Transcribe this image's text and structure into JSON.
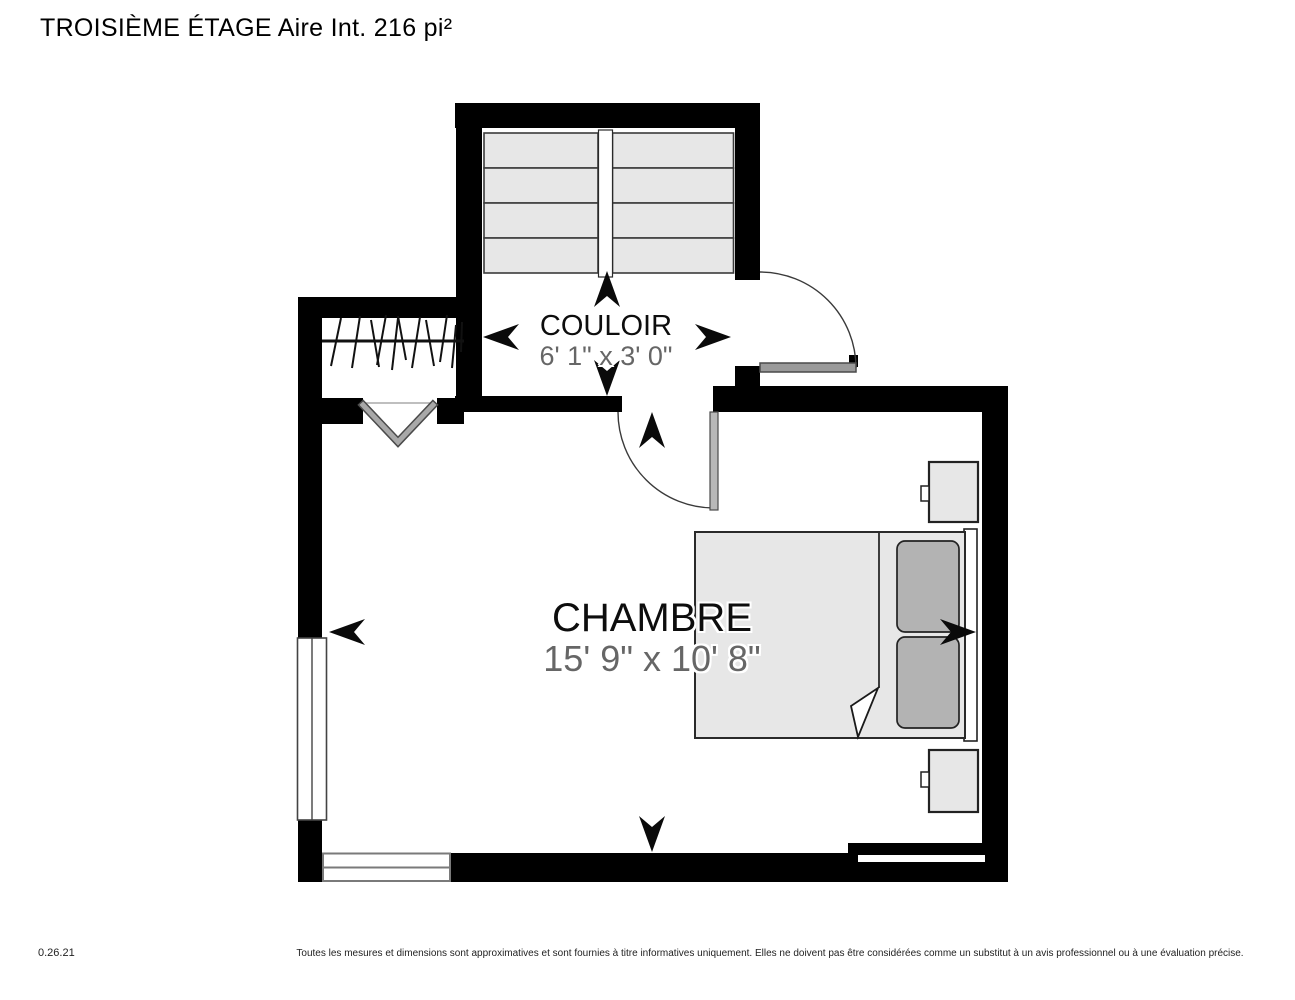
{
  "title": "TROISIÈME ÉTAGE Aire Int. 216 pi²",
  "rooms": {
    "couloir": {
      "name": "COULOIR",
      "dimensions": "6' 1\" x 3' 0\""
    },
    "chambre": {
      "name": "CHAMBRE",
      "dimensions": "15' 9\" x 10' 8\""
    }
  },
  "footer": {
    "version": "0.26.21",
    "disclaimer": "Toutes les mesures et dimensions sont approximatives et sont fournies à titre informatives uniquement. Elles ne doivent pas être considérées comme un substitut à un avis professionnel ou à une évaluation précise."
  },
  "plan_features": [
    "stairs",
    "closet-with-hangers",
    "hinged-door",
    "double-closet-door",
    "double-bed",
    "pillows",
    "nightstand",
    "window",
    "extent-arrows"
  ],
  "colors": {
    "wall": "#000000",
    "background": "#ffffff",
    "furniture_fill": "#e7e7e7",
    "pillow_fill": "#b3b3b3",
    "door_leaf_fill": "#9a9a9a",
    "room_name_text": "#0d0d0d",
    "dimension_text": "#666666",
    "outline": "#2a2a2a"
  }
}
